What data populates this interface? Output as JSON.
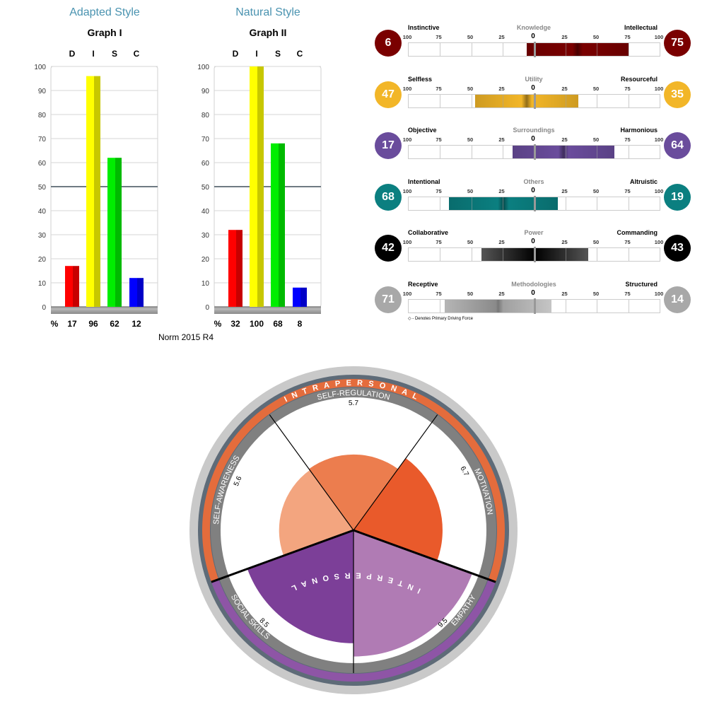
{
  "disc": {
    "norm": "Norm 2015 R4",
    "graphs": [
      {
        "style_title": "Adapted Style",
        "title": "Graph I",
        "percent_label": "%"
      },
      {
        "style_title": "Natural Style",
        "title": "Graph II",
        "percent_label": "%"
      }
    ]
  },
  "drivers": {
    "legend": "◇ - Denotes Primary Driving Force",
    "rows": [
      {
        "left": "Instinctive",
        "center": "Knowledge",
        "right": "Intellectual",
        "left_score": "6",
        "right_score": "75",
        "color": "#7a0000",
        "primary": "right"
      },
      {
        "left": "Selfless",
        "center": "Utility",
        "right": "Resourceful",
        "left_score": "47",
        "right_score": "35",
        "color": "#f2b628",
        "primary": ""
      },
      {
        "left": "Objective",
        "center": "Surroundings",
        "right": "Harmonious",
        "left_score": "17",
        "right_score": "64",
        "color": "#6a4c9c",
        "primary": "right"
      },
      {
        "left": "Intentional",
        "center": "Others",
        "right": "Altruistic",
        "left_score": "68",
        "right_score": "19",
        "color": "#0b7f80",
        "primary": "left"
      },
      {
        "left": "Collaborative",
        "center": "Power",
        "right": "Commanding",
        "left_score": "42",
        "right_score": "43",
        "color": "#000000",
        "primary": ""
      },
      {
        "left": "Receptive",
        "center": "Methodologies",
        "right": "Structured",
        "left_score": "71",
        "right_score": "14",
        "color": "#a8a8a8",
        "primary": "left"
      }
    ],
    "tick_labels": [
      "100",
      "75",
      "50",
      "25",
      "0",
      "25",
      "50",
      "75",
      "100"
    ]
  },
  "eq": {
    "ring_top": "INTRAPERSONAL",
    "ring_bottom": "INTERPERSONAL",
    "segments": [
      {
        "name": "SELF-REGULATION",
        "score": "5.7"
      },
      {
        "name": "MOTIVATION",
        "score": "6.7"
      },
      {
        "name": "EMPATHY",
        "score": "9.5"
      },
      {
        "name": "SOCIAL SKILLS",
        "score": "8.5"
      },
      {
        "name": "SELF-AWARENESS",
        "score": "5.6"
      }
    ]
  },
  "chart_data": [
    {
      "type": "bar",
      "title": "Graph I",
      "subtitle": "Adapted Style",
      "categories": [
        "D",
        "I",
        "S",
        "C"
      ],
      "values": [
        17,
        96,
        62,
        12
      ],
      "colors": [
        "#ff0000",
        "#ffff00",
        "#00ee00",
        "#0000ff"
      ],
      "ylim": [
        0,
        100
      ],
      "yticks": [
        0,
        10,
        20,
        30,
        40,
        50,
        60,
        70,
        80,
        90,
        100
      ],
      "midline": 50
    },
    {
      "type": "bar",
      "title": "Graph II",
      "subtitle": "Natural Style",
      "categories": [
        "D",
        "I",
        "S",
        "C"
      ],
      "values": [
        32,
        100,
        68,
        8
      ],
      "colors": [
        "#ff0000",
        "#ffff00",
        "#00ee00",
        "#0000ff"
      ],
      "ylim": [
        0,
        100
      ],
      "yticks": [
        0,
        10,
        20,
        30,
        40,
        50,
        60,
        70,
        80,
        90,
        100
      ],
      "midline": 50
    },
    {
      "type": "bar",
      "title": "Driving Forces",
      "categories": [
        "Knowledge",
        "Utility",
        "Surroundings",
        "Others",
        "Power",
        "Methodologies"
      ],
      "series": [
        {
          "values": [
            6,
            47,
            17,
            68,
            42,
            71
          ]
        },
        {
          "values": [
            75,
            35,
            64,
            19,
            43,
            14
          ]
        }
      ],
      "xlim": [
        -100,
        100
      ]
    },
    {
      "type": "pie",
      "title": "Emotional Quotient",
      "categories": [
        "Self-Regulation",
        "Motivation",
        "Empathy",
        "Social Skills",
        "Self-Awareness"
      ],
      "values": [
        5.7,
        6.7,
        9.5,
        8.5,
        5.6
      ],
      "colors": [
        "#ec7d4e",
        "#e95a2b",
        "#b07bb4",
        "#7c3f98",
        "#f3a57f"
      ],
      "range": [
        0,
        10
      ]
    }
  ]
}
